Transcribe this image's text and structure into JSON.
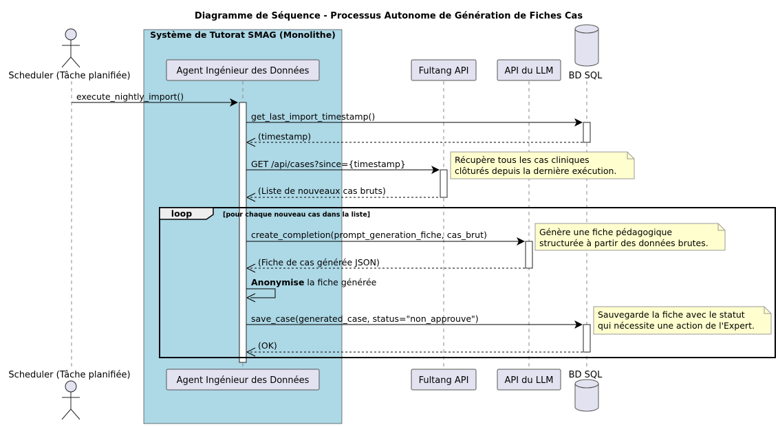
{
  "title": "Diagramme de Séquence - Processus Autonome de Génération de Fiches Cas",
  "box": {
    "label": "Système de Tutorat SMAG (Monolithe)",
    "color": "#add8e6"
  },
  "participants": [
    {
      "id": "scheduler",
      "label": "Scheduler (Tâche planifiée)",
      "kind": "actor"
    },
    {
      "id": "agent",
      "label": "Agent Ingénieur des Données",
      "kind": "participant"
    },
    {
      "id": "fultang",
      "label": "Fultang API",
      "kind": "participant"
    },
    {
      "id": "llm",
      "label": "API du LLM",
      "kind": "participant"
    },
    {
      "id": "bd",
      "label": "BD SQL",
      "kind": "database"
    }
  ],
  "messages": [
    {
      "text": "execute_nightly_import()",
      "from": "scheduler",
      "to": "agent"
    },
    {
      "text": "get_last_import_timestamp()",
      "from": "agent",
      "to": "bd"
    },
    {
      "text": "(timestamp)",
      "from": "bd",
      "to": "agent",
      "dashed": true
    },
    {
      "text": "GET /api/cases?since={timestamp}",
      "from": "agent",
      "to": "fultang"
    },
    {
      "text": "(Liste de nouveaux cas bruts)",
      "from": "fultang",
      "to": "agent",
      "dashed": true
    },
    {
      "text": "create_completion(prompt_generation_fiche, cas_brut)",
      "from": "agent",
      "to": "llm"
    },
    {
      "text": "(Fiche de cas générée JSON)",
      "from": "llm",
      "to": "agent",
      "dashed": true
    },
    {
      "bold": "Anonymise",
      "text": " la fiche générée",
      "from": "agent",
      "to": "agent",
      "self": true
    },
    {
      "text": "save_case(generated_case, status=\"non_approuve\")",
      "from": "agent",
      "to": "bd"
    },
    {
      "text": "(OK)",
      "from": "bd",
      "to": "agent",
      "dashed": true
    }
  ],
  "loop": {
    "label": "loop",
    "condition": "[pour chaque nouveau cas dans la liste]"
  },
  "notes": [
    {
      "lines": [
        "Récupère tous les cas cliniques",
        "clôturés depuis la dernière exécution."
      ]
    },
    {
      "lines": [
        "Génère une fiche pédagogique",
        "structurée à partir des données brutes."
      ]
    },
    {
      "lines": [
        "Sauvegarde la fiche avec le statut",
        "qui nécessite une action de l'Expert."
      ]
    }
  ],
  "colors": {
    "participant": "#e2e2f0",
    "note": "#fefece",
    "box": "#add8e6"
  }
}
